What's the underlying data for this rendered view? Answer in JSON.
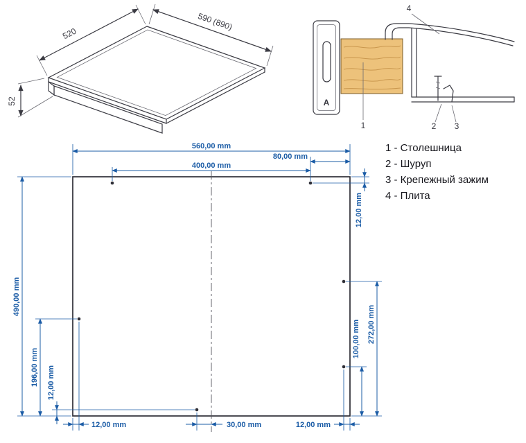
{
  "colors": {
    "dimension_blue": "#1b5ca6",
    "line_dark": "#3a3a42",
    "wood_fill": "#edc27b",
    "wood_grain": "#c9974e"
  },
  "iso_view": {
    "dim_depth": "520",
    "dim_width": "590 (890)",
    "dim_height": "52"
  },
  "section_view": {
    "bracket_label": "A",
    "callouts": {
      "c1": "1",
      "c2": "2",
      "c3": "3",
      "c4": "4"
    }
  },
  "legend": {
    "items": [
      "1 - Столешница",
      "2 - Шуруп",
      "3 - Крепежный зажим",
      "4 - Плита"
    ]
  },
  "cutout_drawing": {
    "dims": {
      "top_total": "560,00 mm",
      "top_right_offset": "80,00 mm",
      "top_span": "400,00 mm",
      "right_top_offset": "12,00 mm",
      "left_height": "490,00 mm",
      "left_lower": "196,00 mm",
      "left_bottom_offset": "12,00 mm",
      "right_lower": "100,00 mm",
      "right_span": "272,00 mm",
      "bottom_left_offset": "12,00 mm",
      "bottom_center_offset": "30,00 mm",
      "bottom_right_offset": "12,00 mm"
    }
  }
}
